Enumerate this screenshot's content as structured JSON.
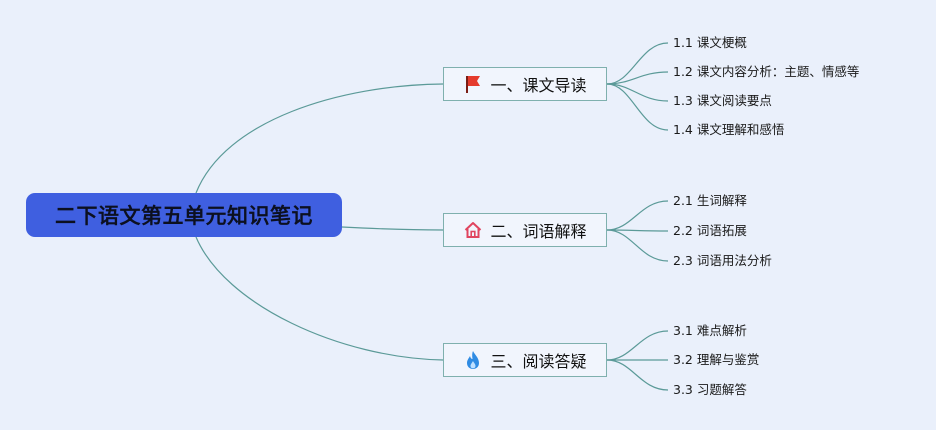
{
  "root": {
    "label": "二下语文第五单元知识笔记"
  },
  "colors": {
    "background": "#eaf0fb",
    "root_fill": "#3f5fe0",
    "connector": "#5b9a98",
    "flag": "#e53b2d",
    "house": "#e0445f",
    "fire": "#2f8be3"
  },
  "branches": [
    {
      "label": "一、课文导读",
      "icon": "flag-icon",
      "children": [
        "1.1 课文梗概",
        "1.2 课文内容分析：主题、情感等",
        "1.3 课文阅读要点",
        "1.4 课文理解和感悟"
      ]
    },
    {
      "label": "二、词语解释",
      "icon": "house-icon",
      "children": [
        "2.1 生词解释",
        "2.2 词语拓展",
        "2.3 词语用法分析"
      ]
    },
    {
      "label": "三、阅读答疑",
      "icon": "fire-icon",
      "children": [
        "3.1 难点解析",
        "3.2 理解与鉴赏",
        "3.3 习题解答"
      ]
    }
  ]
}
